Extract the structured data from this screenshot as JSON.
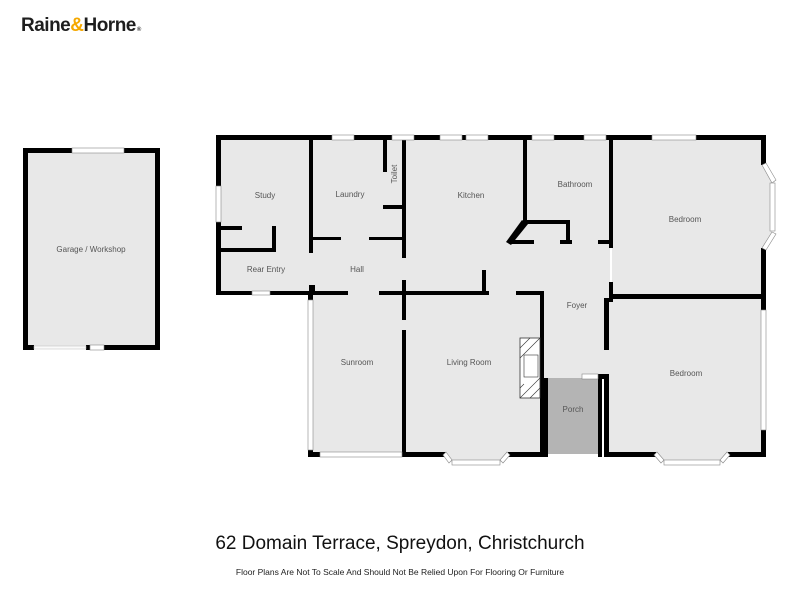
{
  "brand": {
    "name_part1": "Raine",
    "ampersand": "&",
    "name_part2": "Horne",
    "registered_mark": "®",
    "accent_color": "#f5a800"
  },
  "rooms": {
    "garage": "Garage / Workshop",
    "study": "Study",
    "laundry": "Laundry",
    "toilet": "Toilet",
    "kitchen": "Kitchen",
    "bathroom": "Bathroom",
    "bedroom_1": "Bedroom",
    "rear_entry": "Rear Entry",
    "hall": "Hall",
    "foyer": "Foyer",
    "sunroom": "Sunroom",
    "living_room": "Living Room",
    "porch": "Porch",
    "bedroom_2": "Bedroom"
  },
  "colors": {
    "floor": "#e8e8e8",
    "porch": "#b4b4b4",
    "wall": "#000000"
  },
  "footer": {
    "address": "62 Domain Terrace, Spreydon, Christchurch",
    "disclaimer": "Floor Plans Are Not To Scale And Should Not Be Relied Upon For Flooring Or Furniture"
  }
}
